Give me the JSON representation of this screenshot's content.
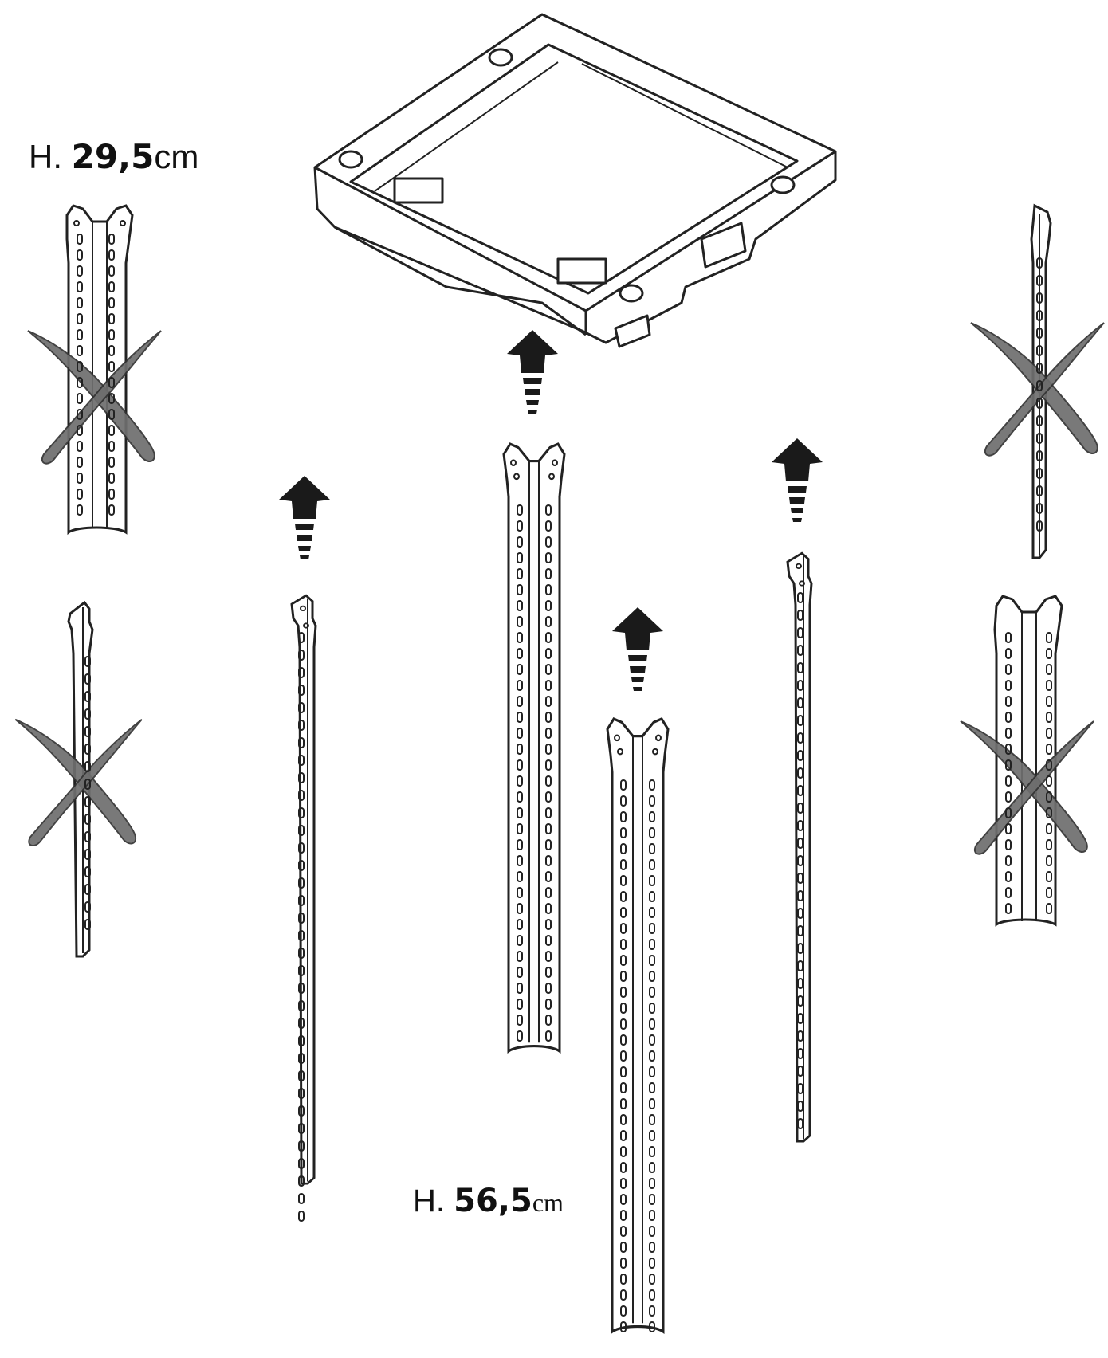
{
  "labels": {
    "short_upright": {
      "prefix": "H.",
      "value": "29,5",
      "unit": "cm"
    },
    "long_upright": {
      "prefix": "H.",
      "value": "56,5",
      "unit": "cm"
    }
  },
  "colors": {
    "line": "#222222",
    "part_fill": "#ffffff",
    "cross_fill": "#6e6e6e",
    "arrow_fill": "#1a1a1a"
  },
  "icons": {
    "frame": "shelf-frame-icon",
    "arrow": "up-arrow-icon",
    "cross": "cross-mark-icon"
  }
}
